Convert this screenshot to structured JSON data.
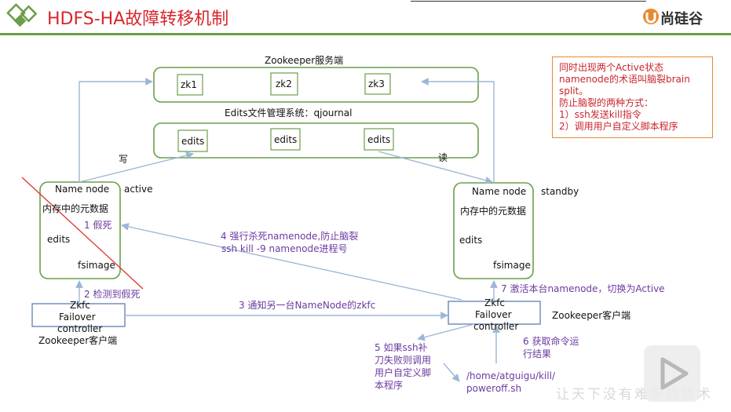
{
  "header": {
    "title": "HDFS-HA故障转移机制",
    "brand": "尚硅谷"
  },
  "zookeeper_server": {
    "label": "Zookeeper服务端",
    "nodes": [
      "zk1",
      "zk2",
      "zk3"
    ]
  },
  "edits_system": {
    "label": "Edits文件管理系统：qjournal",
    "nodes": [
      "edits",
      "edits",
      "edits"
    ]
  },
  "arrows": {
    "write": "写",
    "read": "读"
  },
  "active_namenode": {
    "title": "Name node",
    "state": "active",
    "metadata": "内存中的元数据",
    "edits": "edits",
    "fsimage": "fsimage"
  },
  "standby_namenode": {
    "title": "Name node",
    "state": "standby",
    "metadata": "内存中的元数据",
    "edits": "edits",
    "fsimage": "fsimage"
  },
  "zkfc_left": {
    "top": "Zkfc",
    "line1": "Failover",
    "line2": "controller",
    "client": "Zookeeper客户端"
  },
  "zkfc_right": {
    "top": "Zkfc",
    "line1": "Failover",
    "line2": "controller",
    "client": "Zookeeper客户端"
  },
  "steps": {
    "s1": "1 假死",
    "s2": "2 检测到假死",
    "s3": "3 通知另一台NameNode的zkfc",
    "s4_line1": "4 强行杀死namenode,防止脑裂",
    "s4_line2": "ssh kill -9 namenode进程号",
    "s5_lines": [
      "5 如果ssh补",
      "刀失败则调用",
      "用户自定义脚",
      "本程序"
    ],
    "s6_lines": [
      "6 获取命令运",
      "行结果"
    ],
    "s7": "7 激活本台namenode，切换为Active"
  },
  "script_path": {
    "line1": "/home/atguigu/kill/",
    "line2": "poweroff.sh"
  },
  "note": {
    "lines": [
      "同时出现两个Active状态",
      "namenode的术语叫脑裂brain",
      "split。",
      "防止脑裂的两种方式：",
      "1）ssh发送kill指令",
      "2）调用用户自定义脚本程序"
    ]
  },
  "watermark": "让天下没有难学的技术",
  "colors": {
    "title": "#d7262b",
    "accent_green": "#6a9e4a",
    "arrow": "#9db6d6",
    "step_text": "#6b3aa0",
    "note_border": "#e8892f",
    "note_text": "#c8262b",
    "cross_line": "#e0322f"
  }
}
